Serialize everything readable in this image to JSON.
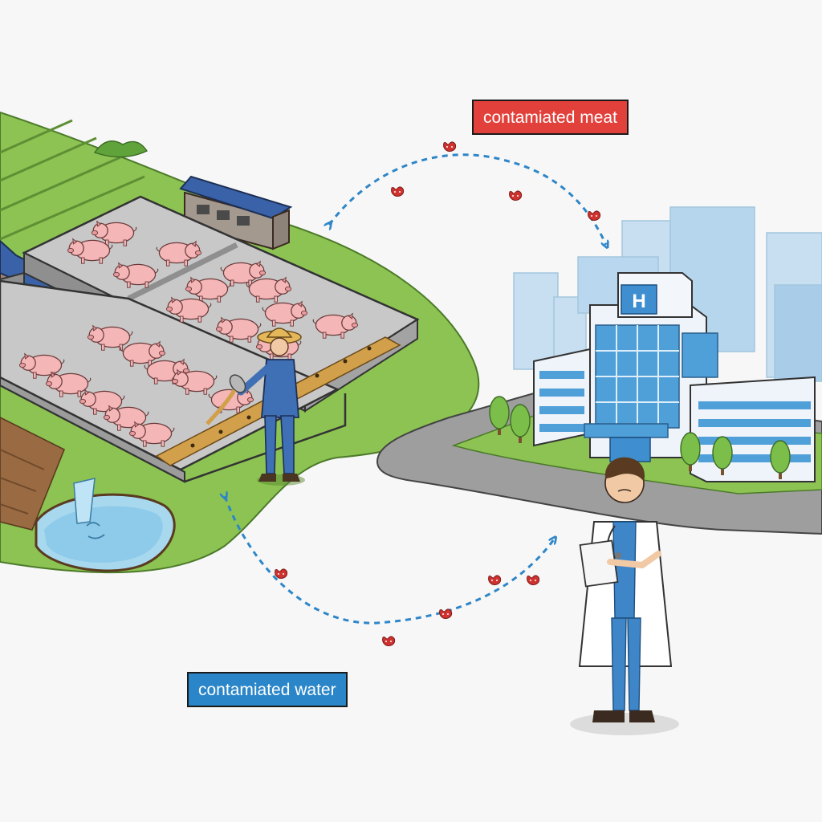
{
  "labels": {
    "meat": "contamiated meat",
    "water": "contamiated water"
  },
  "hospital": {
    "sign": "H"
  },
  "icons": {
    "bacteria": "bacteria-icon",
    "arrow": "dashed-arrow"
  },
  "colors": {
    "meat_label": "#e2403a",
    "water_label": "#2a86c9",
    "arrow": "#2e86c8",
    "bacteria": "#d0322f",
    "grass": "#8cc352",
    "pig": "#f4b6b7",
    "hospital_glass": "#4f9fd9"
  }
}
